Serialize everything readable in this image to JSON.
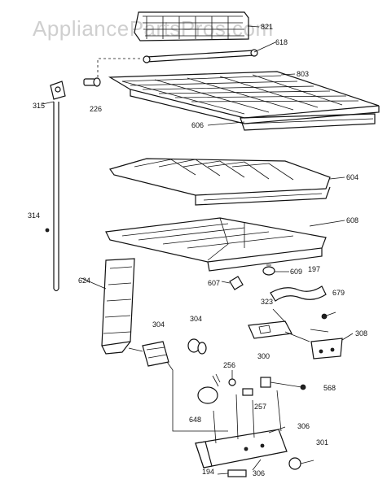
{
  "watermark": "AppliancePartsPros.com",
  "labels": {
    "p821": "821",
    "p618": "618",
    "p803": "803",
    "p226": "226",
    "p315": "315",
    "p606": "606",
    "p604": "604",
    "p608": "608",
    "p314": "314",
    "p624": "624",
    "p607": "607",
    "p609": "609",
    "p197": "197",
    "p679": "679",
    "p323": "323",
    "p308": "308",
    "p304a": "304",
    "p304b": "304",
    "p256": "256",
    "p300": "300",
    "p568": "568",
    "p257": "257",
    "p648": "648",
    "p306a": "306",
    "p301": "301",
    "p194": "194",
    "p306b": "306"
  }
}
